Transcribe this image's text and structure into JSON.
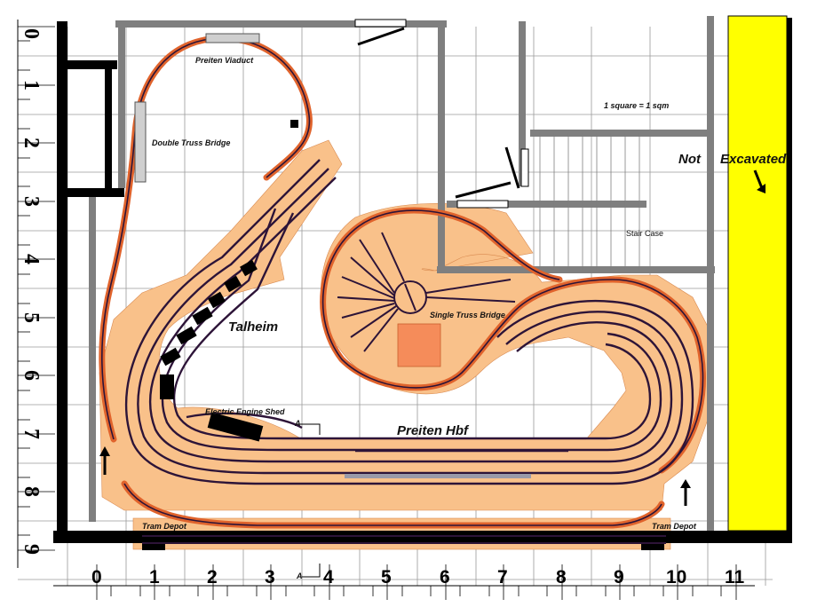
{
  "labels": {
    "scale_note": "1 square = 1 sqm",
    "not": "Not",
    "excavated": "Excavated",
    "stair_case": "Stair Case",
    "talheim": "Talheim",
    "preiten_hbf": "Preiten Hbf",
    "preiten_viaduct": "Preiten Viaduct",
    "double_truss_bridge": "Double Truss Bridge",
    "single_truss_bridge": "Single Truss Bridge",
    "electric_engine_shed": "Electric Engine Shed",
    "tram_depot_left": "Tram Depot",
    "tram_depot_right": "Tram Depot",
    "section_mark_1": "A",
    "section_mark_2": "A"
  },
  "ruler": {
    "vertical": [
      "0",
      "1",
      "2",
      "3",
      "4",
      "5",
      "6",
      "7",
      "8",
      "9"
    ],
    "horizontal": [
      "0",
      "1",
      "2",
      "3",
      "4",
      "5",
      "6",
      "7",
      "8",
      "9",
      "10",
      "11"
    ]
  },
  "colors": {
    "baseboard": "#f9c18a",
    "track_outer": "#e0632c",
    "track_inner": "#2d1438",
    "excavated_zone": "#ffff00",
    "wall": "#000000",
    "grid": "#999999"
  }
}
